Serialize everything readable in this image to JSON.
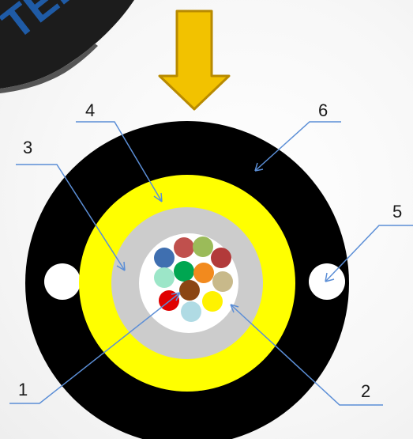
{
  "diagram": {
    "banner_text": "TEL",
    "callouts": [
      {
        "id": "1",
        "label": "1"
      },
      {
        "id": "2",
        "label": "2"
      },
      {
        "id": "3",
        "label": "3"
      },
      {
        "id": "4",
        "label": "4"
      },
      {
        "id": "5",
        "label": "5"
      },
      {
        "id": "6",
        "label": "6"
      }
    ],
    "fiber_colors": [
      {
        "name": "blue",
        "color": "#3f6fb0"
      },
      {
        "name": "red",
        "color": "#c0504d"
      },
      {
        "name": "green",
        "color": "#9bbb59"
      },
      {
        "name": "maroon",
        "color": "#b23a3a"
      },
      {
        "name": "aqua",
        "color": "#9ce6c8"
      },
      {
        "name": "green-dark",
        "color": "#00a651"
      },
      {
        "name": "orange",
        "color": "#f28a1e"
      },
      {
        "name": "tan",
        "color": "#c8b98a"
      },
      {
        "name": "brown",
        "color": "#8b4513"
      },
      {
        "name": "bright-red",
        "color": "#e00000"
      },
      {
        "name": "light-blue",
        "color": "#b0dbe4"
      },
      {
        "name": "yellow",
        "color": "#fff200"
      }
    ],
    "colors": {
      "jacket": "#000000",
      "aramid_yellow": "#ffff00",
      "tube_gray": "#cccccc",
      "gel_white": "#ffffff",
      "arrow_fill": "#f2c200",
      "arrow_stroke": "#b88a00",
      "leader_line": "#5b8ed6"
    }
  }
}
